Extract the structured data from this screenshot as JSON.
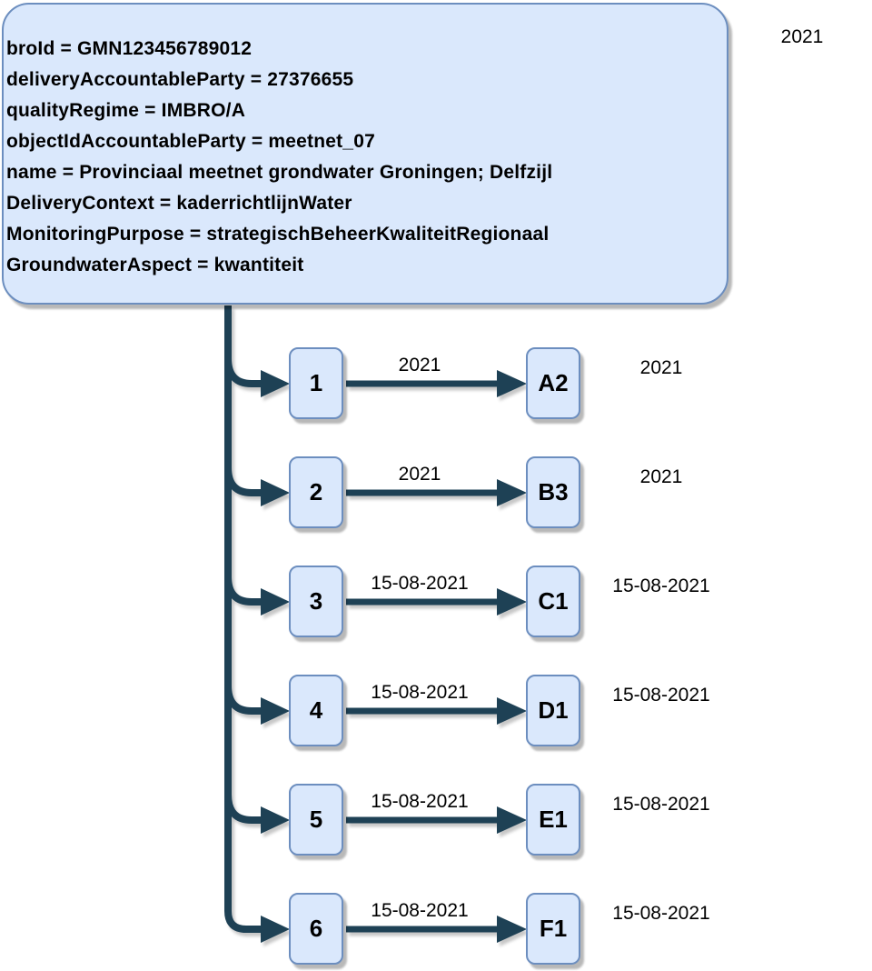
{
  "diagram": {
    "root": {
      "lines": [
        "broId = GMN123456789012",
        "deliveryAccountableParty = 27376655",
        "qualityRegime = IMBRO/A",
        "objectIdAccountableParty = meetnet_07",
        "name = Provinciaal meetnet grondwater Groningen; Delfzijl",
        "DeliveryContext = kaderrichtlijnWater",
        "MonitoringPurpose = strategischBeheerKwaliteitRegionaal",
        "GroundwaterAspect = kwantiteit"
      ],
      "year_label": "2021"
    },
    "rows": [
      {
        "source": "1",
        "edge_label": "2021",
        "target": "A2",
        "right_label": "2021"
      },
      {
        "source": "2",
        "edge_label": "2021",
        "target": "B3",
        "right_label": "2021"
      },
      {
        "source": "3",
        "edge_label": "15-08-2021",
        "target": "C1",
        "right_label": "15-08-2021"
      },
      {
        "source": "4",
        "edge_label": "15-08-2021",
        "target": "D1",
        "right_label": "15-08-2021"
      },
      {
        "source": "5",
        "edge_label": "15-08-2021",
        "target": "E1",
        "right_label": "15-08-2021"
      },
      {
        "source": "6",
        "edge_label": "15-08-2021",
        "target": "F1",
        "right_label": "15-08-2021"
      }
    ],
    "colors": {
      "node_fill": "#dae8fc",
      "node_stroke": "#6c8ebf",
      "connector": "#1e4155",
      "text": "#000000"
    }
  }
}
